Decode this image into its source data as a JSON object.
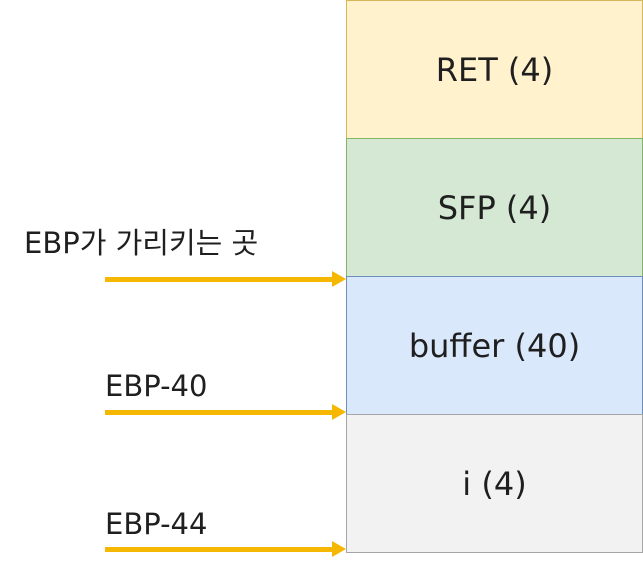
{
  "stack": {
    "blocks": [
      {
        "label": "RET (4)",
        "fill": "#fff2cc",
        "border": "#d6b656"
      },
      {
        "label": "SFP (4)",
        "fill": "#d5e8d4",
        "border": "#82b366"
      },
      {
        "label": "buffer (40)",
        "fill": "#dae8fc",
        "border": "#6c8ebf"
      },
      {
        "label": "i (4)",
        "fill": "#f2f2f2",
        "border": "#a6a6a6"
      }
    ]
  },
  "pointers": [
    {
      "label": "EBP가 가리키는 곳"
    },
    {
      "label": "EBP-40"
    },
    {
      "label": "EBP-44"
    }
  ],
  "colors": {
    "arrow": "#f5b700"
  }
}
